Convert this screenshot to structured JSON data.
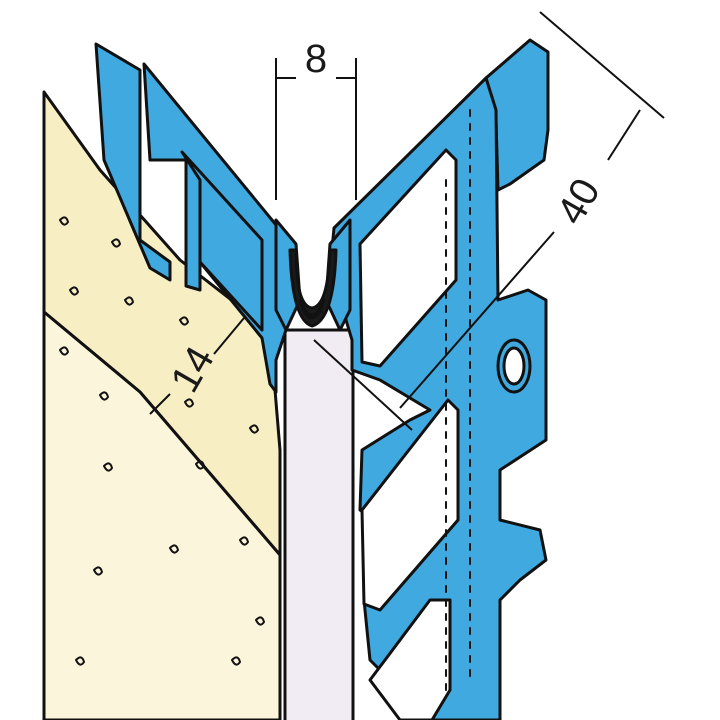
{
  "dimensions": {
    "top_gap": "8",
    "flange_depth": "40",
    "plaster_thickness": "14"
  },
  "colors": {
    "profile_blue": "#3fa9e0",
    "plaster_light": "#fbf5dc",
    "plaster_shade": "#f7eec4",
    "core_strip": "#f1ecf4",
    "outline": "#111111"
  }
}
